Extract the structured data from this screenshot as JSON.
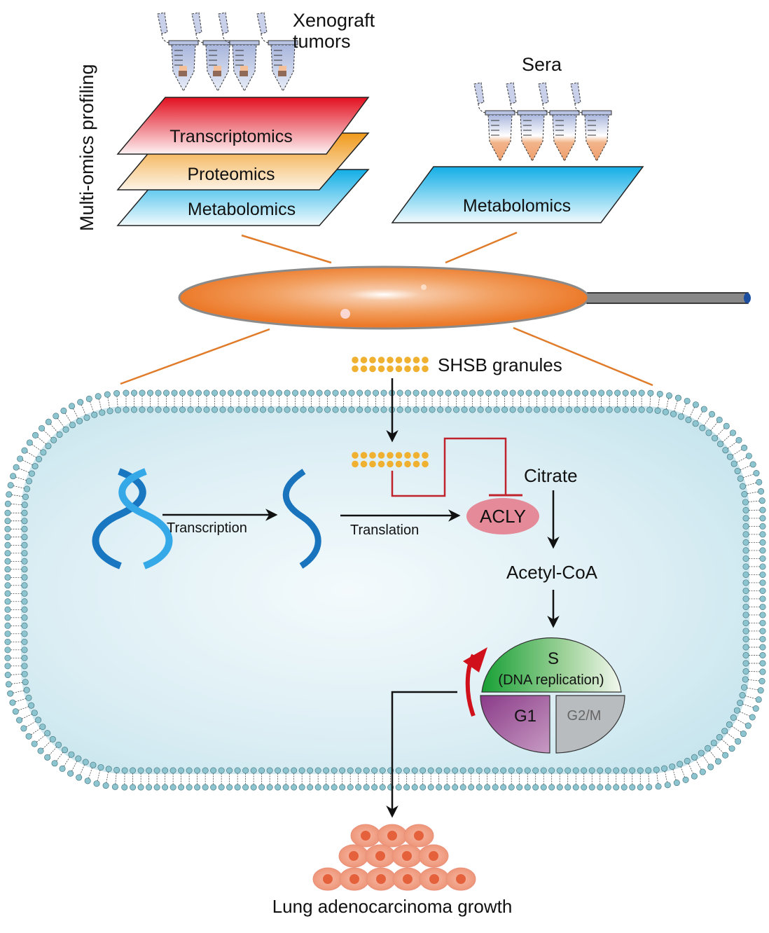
{
  "side_label": "Multi-omics profiling",
  "xenograft": {
    "label_line1": "Xenograft",
    "label_line2": "tumors",
    "tube_count": 4,
    "layers": [
      "Transcriptomics",
      "Proteomics",
      "Metabolomics"
    ]
  },
  "sera": {
    "label": "Sera",
    "tube_count": 4,
    "layer": "Metabolomics"
  },
  "granules_label": "SHSB granules",
  "pathway": {
    "transcription": "Transcription",
    "translation": "Translation",
    "enzyme": "ACLY",
    "citrate": "Citrate",
    "acetyl_coa": "Acetyl-CoA"
  },
  "cell_cycle": {
    "s_phase": "S",
    "s_phase_desc": "(DNA replication)",
    "g1": "G1",
    "g2m": "G2/M"
  },
  "outcome": "Lung adenocarcinoma growth",
  "colors": {
    "membrane_head": "#8cc4cf",
    "cytoplasm": "#cfe8ef",
    "granule": "#f0b030",
    "inhibition": "#c0232c",
    "acly": "#e58a98",
    "capsule": "#ee8433",
    "connector": "#e07b2a",
    "transcriptomics": "#e01a25",
    "proteomics": "#f1a028",
    "metabolomics": "#1ab0e6",
    "s_phase": "#1e9e3a",
    "g1": "#9c4a95",
    "g2m": "#b8bcbf",
    "dna": "#1a7cc3",
    "tumor_cell": "#ef9a80",
    "tumor_nucleus": "#e5613b"
  }
}
